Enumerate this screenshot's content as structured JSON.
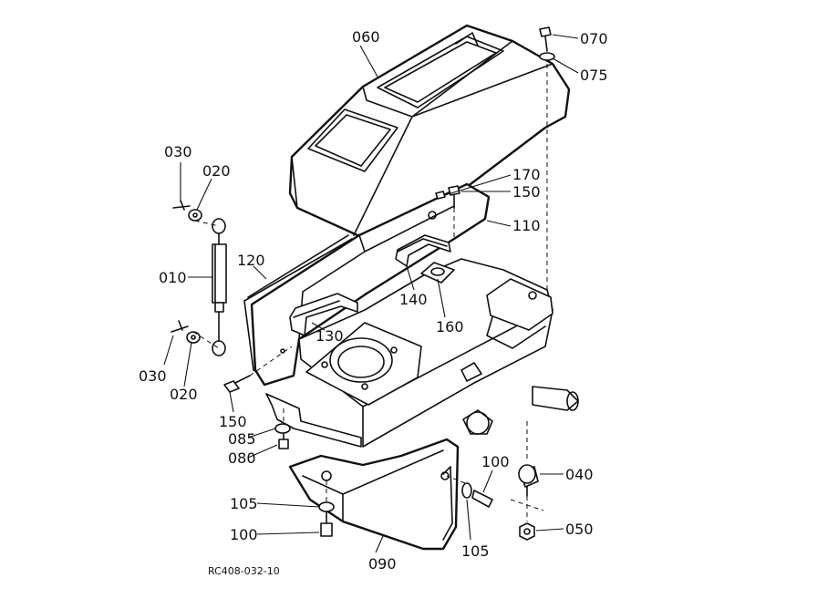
{
  "callouts": [
    {
      "key": "c060",
      "label": "060"
    },
    {
      "key": "c070",
      "label": "070"
    },
    {
      "key": "c075",
      "label": "075"
    },
    {
      "key": "c030a",
      "label": "030"
    },
    {
      "key": "c020a",
      "label": "020"
    },
    {
      "key": "c170",
      "label": "170"
    },
    {
      "key": "c150a",
      "label": "150"
    },
    {
      "key": "c110",
      "label": "110"
    },
    {
      "key": "c010",
      "label": "010"
    },
    {
      "key": "c120",
      "label": "120"
    },
    {
      "key": "c140",
      "label": "140"
    },
    {
      "key": "c160",
      "label": "160"
    },
    {
      "key": "c130",
      "label": "130"
    },
    {
      "key": "c030b",
      "label": "030"
    },
    {
      "key": "c020b",
      "label": "020"
    },
    {
      "key": "c150b",
      "label": "150"
    },
    {
      "key": "c085",
      "label": "085"
    },
    {
      "key": "c080",
      "label": "080"
    },
    {
      "key": "c100a",
      "label": "100"
    },
    {
      "key": "c040",
      "label": "040"
    },
    {
      "key": "c105a",
      "label": "105"
    },
    {
      "key": "c100b",
      "label": "100"
    },
    {
      "key": "c105b",
      "label": "105"
    },
    {
      "key": "c050",
      "label": "050"
    },
    {
      "key": "c090",
      "label": "090"
    }
  ],
  "reference": "RC408-032-10"
}
